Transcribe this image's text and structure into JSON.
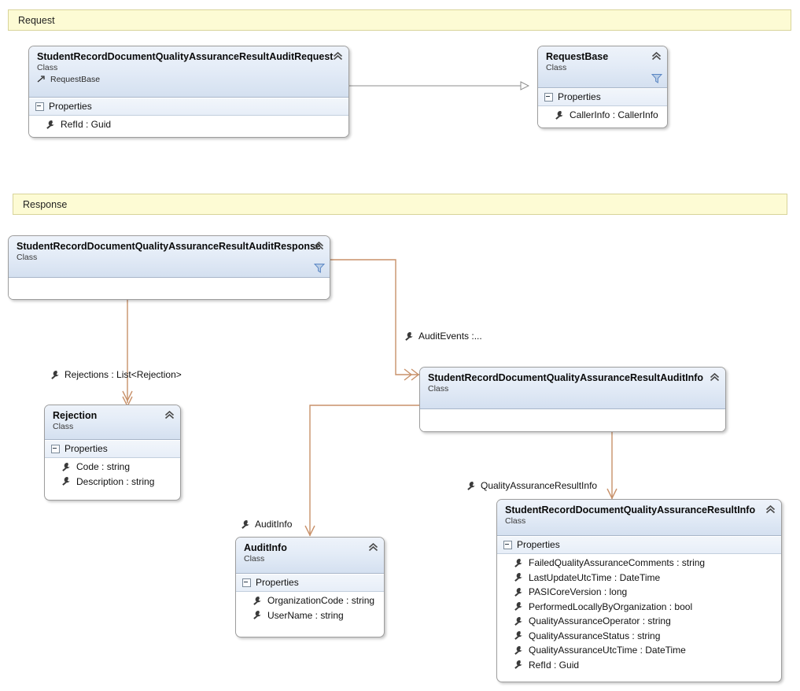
{
  "diagram": {
    "type": "uml-class-diagram",
    "colors": {
      "banner_fill": "#fdfbd4",
      "banner_border": "#d8d49a",
      "class_border": "#9d9d9d",
      "header_gradient_top": "#eef3fa",
      "header_gradient_bottom": "#d4e0f0",
      "association_line": "#c8916a",
      "inheritance_line": "#8d8d8d",
      "funnel_icon": "#5b87c4"
    }
  },
  "banners": [
    {
      "name": "request",
      "label": "Request"
    },
    {
      "name": "response",
      "label": "Response"
    }
  ],
  "classes": {
    "request_audit_request": {
      "title": "StudentRecordDocumentQualityAssuranceResultAuditRequest",
      "stereotype": "Class",
      "base": "RequestBase",
      "compartment": "Properties",
      "members": [
        "RefId : Guid"
      ]
    },
    "request_base": {
      "title": "RequestBase",
      "stereotype": "Class",
      "compartment": "Properties",
      "members": [
        "CallerInfo : CallerInfo"
      ]
    },
    "audit_response": {
      "title": "StudentRecordDocumentQualityAssuranceResultAuditResponse",
      "stereotype": "Class",
      "members": []
    },
    "rejection": {
      "title": "Rejection",
      "stereotype": "Class",
      "compartment": "Properties",
      "members": [
        "Code : string",
        "Description : string"
      ]
    },
    "audit_info_result": {
      "title": "StudentRecordDocumentQualityAssuranceResultAuditInfo",
      "stereotype": "Class",
      "members": []
    },
    "audit_info": {
      "title": "AuditInfo",
      "stereotype": "Class",
      "compartment": "Properties",
      "members": [
        "OrganizationCode : string",
        "UserName : string"
      ]
    },
    "qa_result_info": {
      "title": "StudentRecordDocumentQualityAssuranceResultInfo",
      "stereotype": "Class",
      "compartment": "Properties",
      "members": [
        "FailedQualityAssuranceComments : string",
        "LastUpdateUtcTime : DateTime",
        "PASICoreVersion : long",
        "PerformedLocallyByOrganization : bool",
        "QualityAssuranceOperator : string",
        "QualityAssuranceStatus : string",
        "QualityAssuranceUtcTime : DateTime",
        "RefId : Guid"
      ]
    }
  },
  "relationships": [
    {
      "name": "rejections",
      "label": "Rejections : List<Rejection>"
    },
    {
      "name": "audit-events",
      "label": "AuditEvents :..."
    },
    {
      "name": "audit-info",
      "label": "AuditInfo"
    },
    {
      "name": "quality-assurance-result-info",
      "label": "QualityAssuranceResultInfo"
    }
  ]
}
